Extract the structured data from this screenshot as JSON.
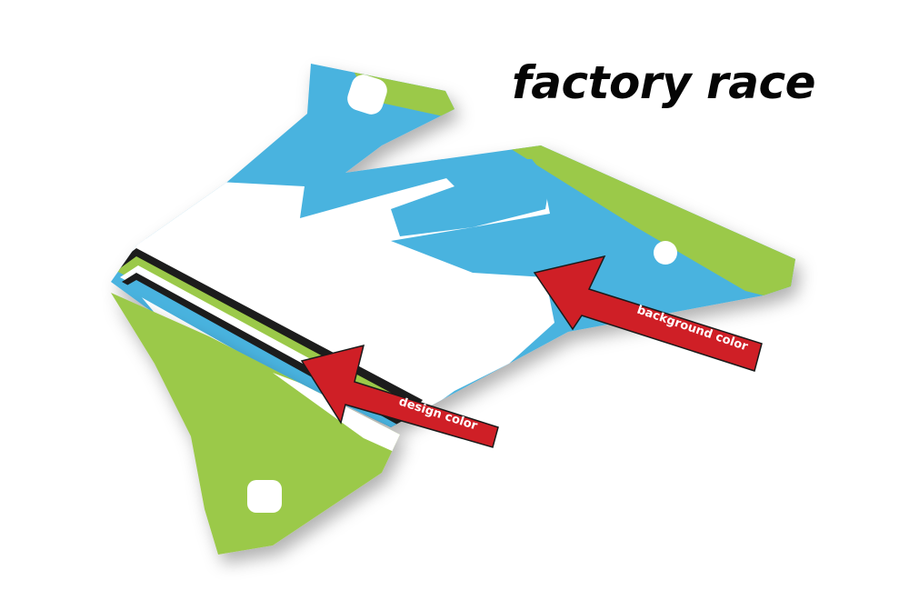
{
  "title": "factory race",
  "callouts": {
    "background": {
      "label": "background color"
    },
    "design": {
      "label": "design color"
    }
  },
  "colors": {
    "background": "#4ab3df",
    "design": "#9bc94a",
    "stripe": "#ffffff",
    "arrow": "#cf1f26",
    "outline": "#1a1a1a"
  }
}
